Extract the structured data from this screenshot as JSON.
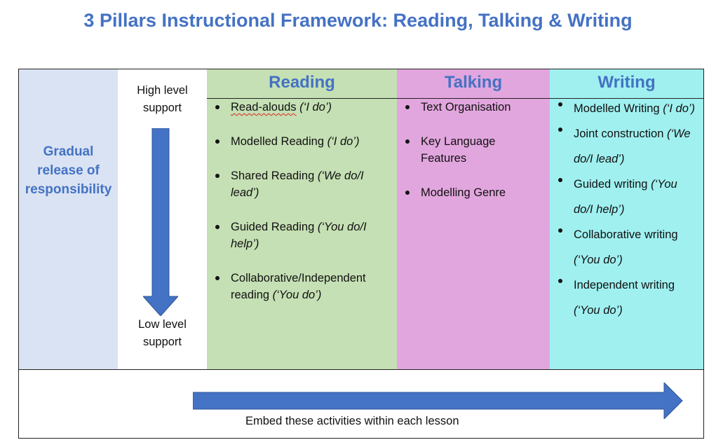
{
  "title": "3 Pillars Instructional Framework: Reading, Talking & Writing",
  "gradual": "Gradual release of responsibility",
  "support": {
    "high": "High level support",
    "low": "Low level support"
  },
  "reading": {
    "heading": "Reading",
    "items": [
      {
        "text": "Read-alouds",
        "note": "(‘I do’)"
      },
      {
        "text": "Modelled Reading",
        "note": "(‘I do’)"
      },
      {
        "text": "Shared Reading",
        "note": "(‘We do/I lead’)"
      },
      {
        "text": "Guided Reading",
        "note": "(‘You do/I help’)"
      },
      {
        "text": "Collaborative/Independent reading",
        "note": "(‘You do’)"
      }
    ]
  },
  "talking": {
    "heading": "Talking",
    "items": [
      {
        "text": "Text Organisation"
      },
      {
        "text": "Key Language Features"
      },
      {
        "text": "Modelling Genre"
      }
    ]
  },
  "writing": {
    "heading": "Writing",
    "items": [
      {
        "text": "Modelled Writing",
        "note": "(‘I do’)"
      },
      {
        "text": "Joint construction",
        "note": "(‘We do/I lead’)"
      },
      {
        "text": "Guided writing",
        "note": "(‘You do/I help’)"
      },
      {
        "text": "Collaborative writing",
        "note": "(‘You do’)"
      },
      {
        "text": "Independent writing",
        "note": "(‘You do’)"
      }
    ]
  },
  "footer": "Embed these activities within each lesson",
  "colors": {
    "accent": "#4472c4",
    "gradual_bg": "#dae3f3",
    "reading_bg": "#c5e0b4",
    "talking_bg": "#e2a6de",
    "writing_bg": "#a0f0f0"
  }
}
